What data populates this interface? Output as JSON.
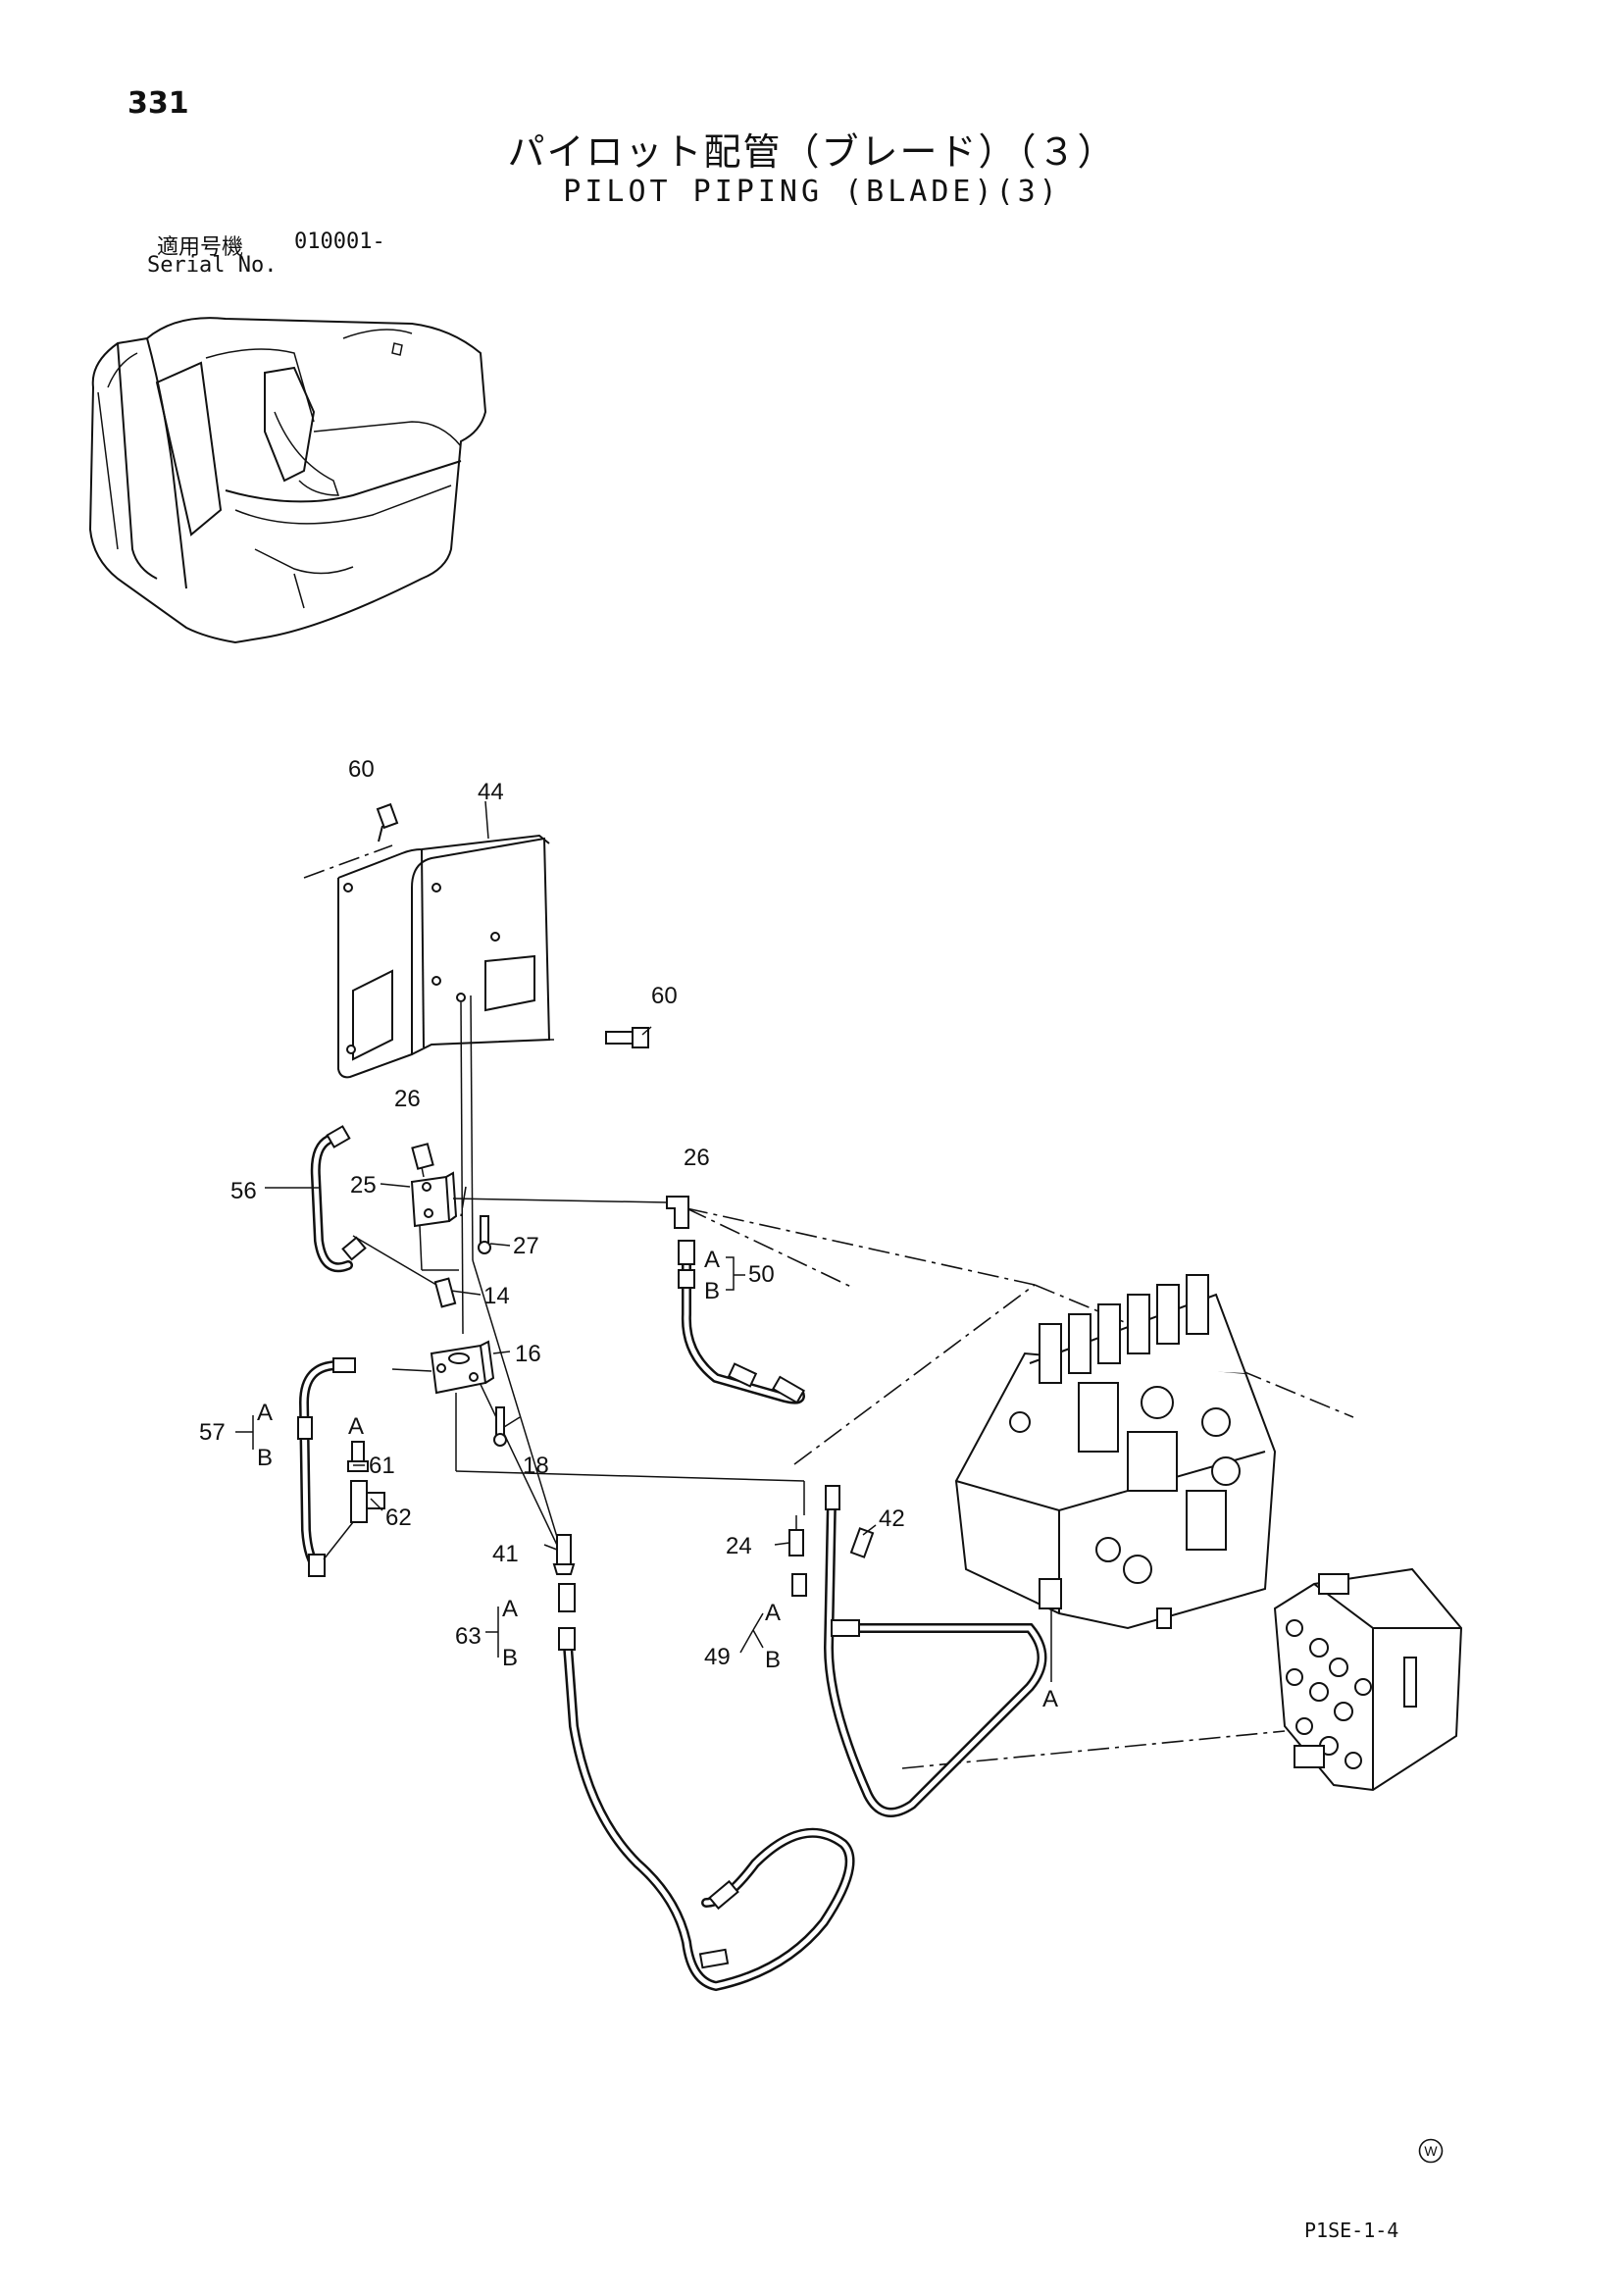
{
  "header": {
    "page_number": "331",
    "title_jp": "パイロット配管（ブレード）（３）",
    "title_en": "PILOT PIPING (BLADE)(3)",
    "serial_label_jp": "適用号機",
    "serial_value": "010001-",
    "serial_label_en": "Serial No."
  },
  "footer": {
    "drawing_code": "P1SE-1-4",
    "mark": "W"
  },
  "callouts": {
    "c60a": "60",
    "c44": "44",
    "c60b": "60",
    "c26a": "26",
    "c56": "56",
    "c25": "25",
    "c27": "27",
    "c26b": "26",
    "c50": "50",
    "c14": "14",
    "c16": "16",
    "c57": "57",
    "c61": "61",
    "c18": "18",
    "c62": "62",
    "c41": "41",
    "c24": "24",
    "c42": "42",
    "c63": "63",
    "c49": "49"
  },
  "letters": {
    "a": "A",
    "b": "B"
  }
}
